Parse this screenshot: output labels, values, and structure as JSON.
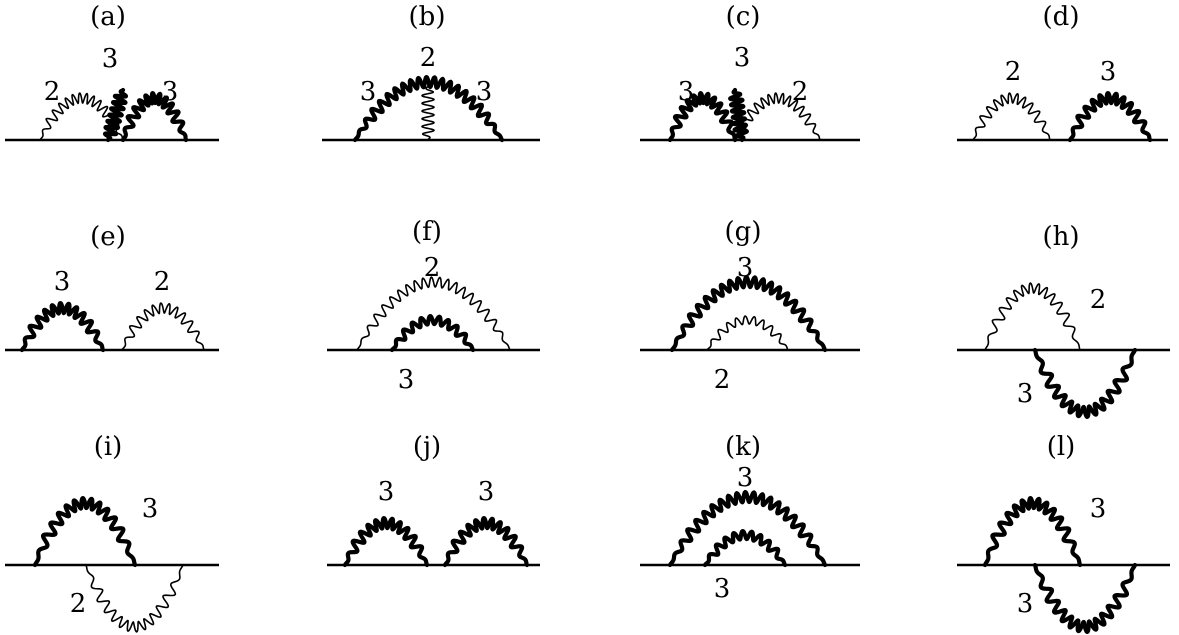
{
  "diagrams": [
    {
      "label": "(a)",
      "numbers": [
        "3",
        "2",
        "3"
      ]
    },
    {
      "label": "(b)",
      "numbers": [
        "2",
        "3",
        "3"
      ]
    },
    {
      "label": "(c)",
      "numbers": [
        "3",
        "3",
        "2"
      ]
    },
    {
      "label": "(d)",
      "numbers": [
        "2",
        "3"
      ]
    },
    {
      "label": "(e)",
      "numbers": [
        "3",
        "2"
      ]
    },
    {
      "label": "(f)",
      "numbers": [
        "2",
        "3"
      ]
    },
    {
      "label": "(g)",
      "numbers": [
        "3",
        "2"
      ]
    },
    {
      "label": "(h)",
      "numbers": [
        "2",
        "3"
      ]
    },
    {
      "label": "(i)",
      "numbers": [
        "3",
        "2"
      ]
    },
    {
      "label": "(j)",
      "numbers": [
        "3",
        "3"
      ]
    },
    {
      "label": "(k)",
      "numbers": [
        "3",
        "3"
      ]
    },
    {
      "label": "(l)",
      "numbers": [
        "3",
        "3"
      ]
    }
  ]
}
